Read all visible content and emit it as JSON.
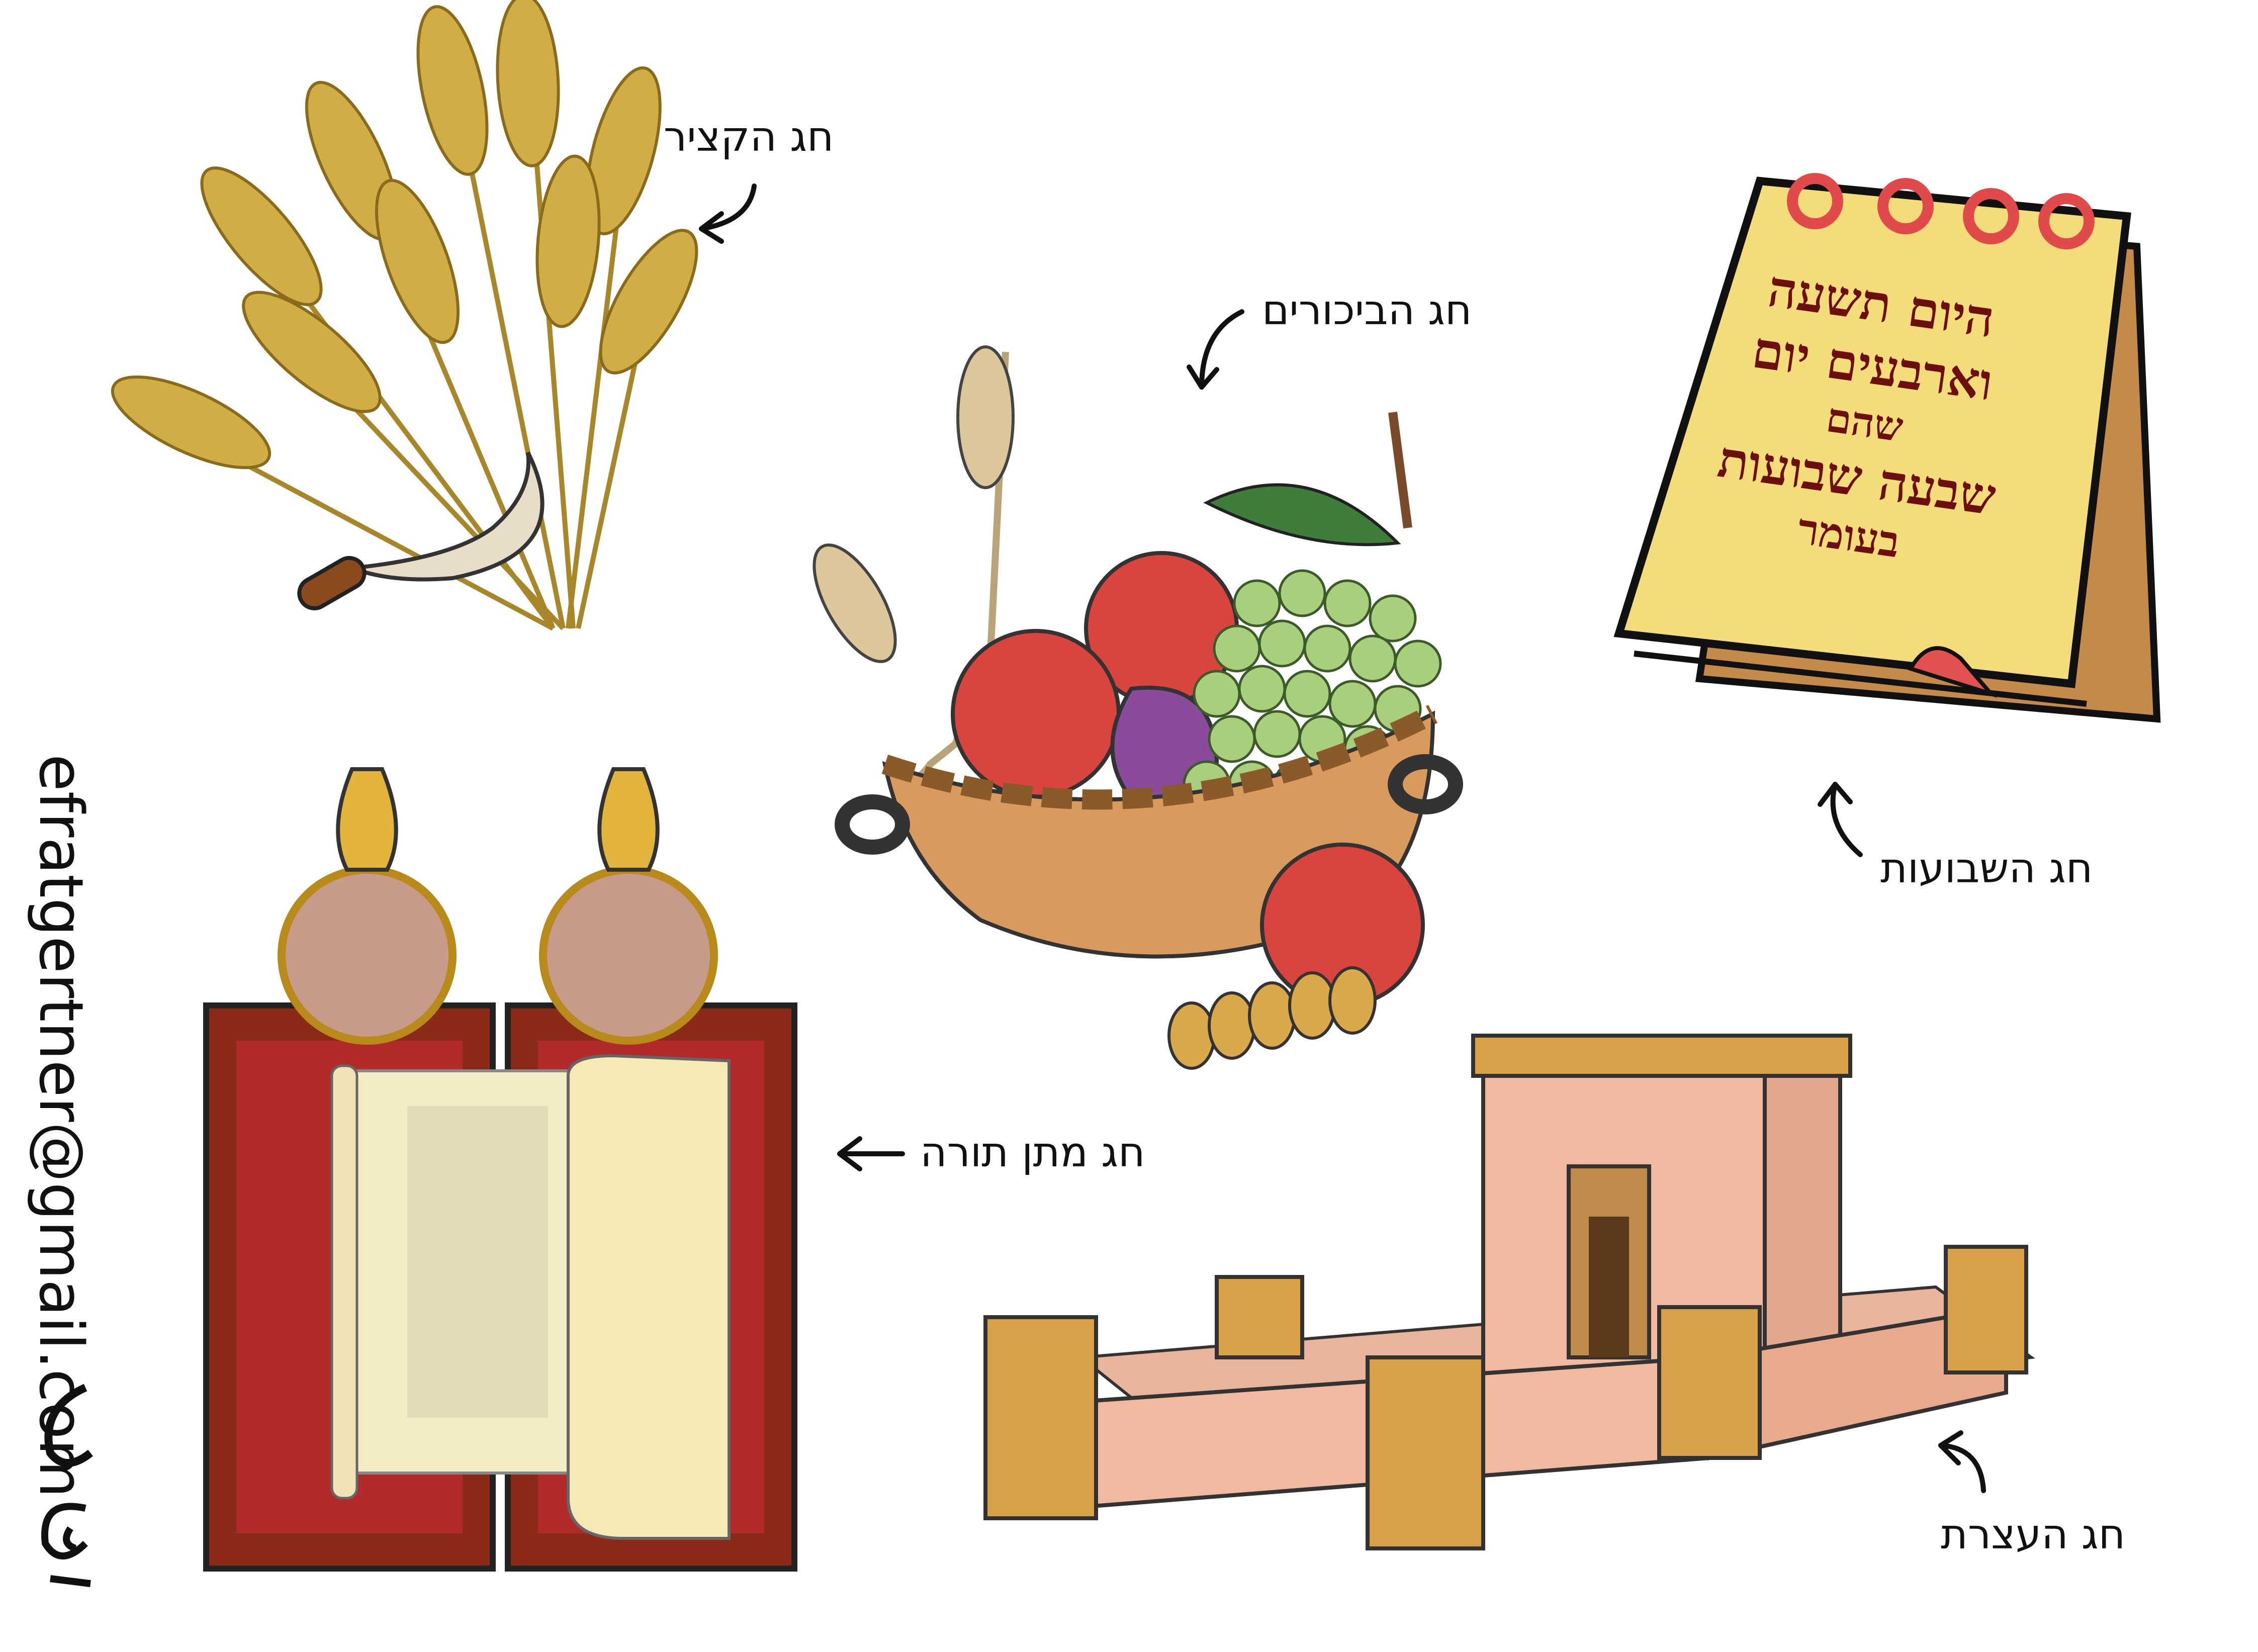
{
  "labels": {
    "harvest": "חג הקציר",
    "first_fruits": "חג הביכורים",
    "weeks": "חג השבועות",
    "giving_torah": "חג מתן תורה",
    "assembly": "חג העצרת"
  },
  "calendar": {
    "lines": [
      "היום תשעה",
      "וארבעים יום",
      "שהם",
      "שבעה שבועות",
      "בעומר"
    ]
  },
  "watermark": "efratgertner@gmail.com",
  "signature": "אפרת",
  "colors": {
    "calendar_text": "#6e0f0f",
    "calendar_page": "#f5dc7a",
    "wheat": "#c9a53a",
    "pomegranate": "#d9443f",
    "grapes": "#9cc46a",
    "basket": "#d99a5e",
    "temple": "#f0b9a0",
    "ark": "#8c2a1a"
  }
}
